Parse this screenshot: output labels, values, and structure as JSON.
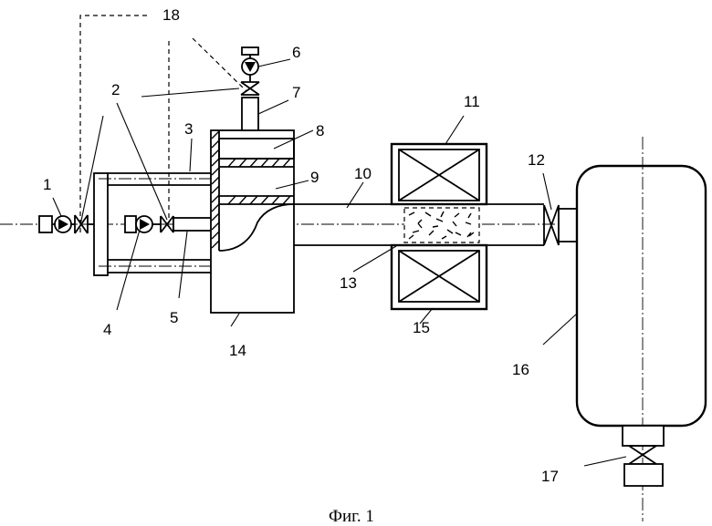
{
  "caption": "Фиг. 1",
  "labels": {
    "l1": "1",
    "l2": "2",
    "l3": "3",
    "l4": "4",
    "l5": "5",
    "l6": "6",
    "l7": "7",
    "l8": "8",
    "l9": "9",
    "l10": "10",
    "l11": "11",
    "l12": "12",
    "l13": "13",
    "l14": "14",
    "l15": "15",
    "l16": "16",
    "l17": "17",
    "l18": "18"
  }
}
